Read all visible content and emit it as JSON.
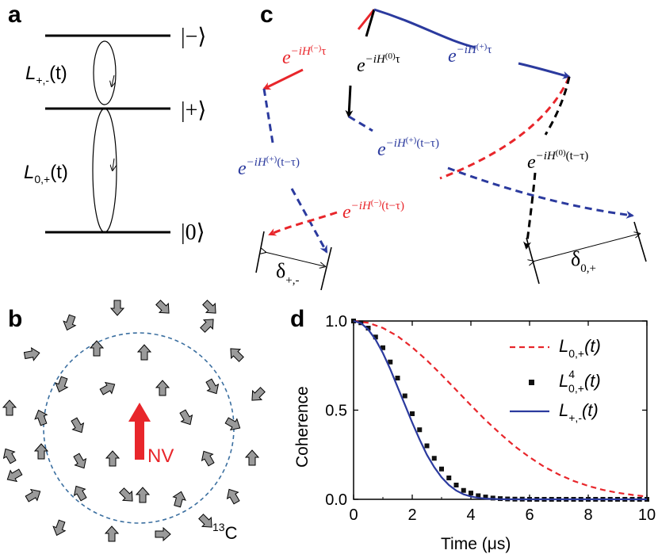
{
  "panel_a": {
    "letter": "a",
    "levels": [
      "|−⟩",
      "|+⟩",
      "|0⟩"
    ],
    "transitions": [
      {
        "base": "L",
        "sub": "+,-",
        "arg": "(t)"
      },
      {
        "base": "L",
        "sub": "0,+",
        "arg": "(t)"
      }
    ]
  },
  "panel_b": {
    "letter": "b",
    "center_label": "NV",
    "bath_label_sup": "13",
    "bath_label": "C",
    "colors": {
      "nv": "#e8262b",
      "spin": "#9a9a9a",
      "circle": "#3b6fa0"
    }
  },
  "panel_c": {
    "letter": "c",
    "colors": {
      "minus": "#e8262b",
      "zero": "#000000",
      "plus": "#2b3a9e"
    },
    "labels": {
      "minus_tau": {
        "base": "e",
        "exp": "−iH",
        "sup": "(−)",
        "tail": "τ"
      },
      "zero_tau": {
        "base": "e",
        "exp": "−iH",
        "sup": "(0)",
        "tail": "τ"
      },
      "plus_tau": {
        "base": "e",
        "exp": "−iH",
        "sup": "(+)",
        "tail": "τ"
      },
      "plus_t_tau_left": {
        "base": "e",
        "exp": "−iH",
        "sup": "(+)",
        "tail": "(t−τ)"
      },
      "plus_t_tau_mid": {
        "base": "e",
        "exp": "−iH",
        "sup": "(+)",
        "tail": "(t−τ)"
      },
      "minus_t_tau": {
        "base": "e",
        "exp": "−iH",
        "sup": "(−)",
        "tail": "(t−τ)"
      },
      "zero_t_tau": {
        "base": "e",
        "exp": "−iH",
        "sup": "(0)",
        "tail": "(t−τ)"
      }
    },
    "deltas": [
      {
        "base": "δ",
        "sub": "+,-"
      },
      {
        "base": "δ",
        "sub": "0,+"
      }
    ]
  },
  "panel_d": {
    "letter": "d"
  },
  "chart_data": {
    "type": "line",
    "xlabel": "Time (μs)",
    "ylabel": "Coherence",
    "xlim": [
      0,
      10
    ],
    "ylim": [
      0,
      1
    ],
    "xticks": [
      "0",
      "2",
      "4",
      "6",
      "8",
      "10"
    ],
    "yticks": [
      "0.0",
      "0.5",
      "1.0"
    ],
    "legend_position": "top-right",
    "series": [
      {
        "name": "L0,+(t)",
        "legend": {
          "base": "L",
          "sub": "0,+",
          "sup": "",
          "arg": "(t)"
        },
        "style": "dashed",
        "color": "#e8262b",
        "x": [
          0,
          0.5,
          1,
          1.5,
          2,
          2.5,
          3,
          3.5,
          4,
          4.5,
          5,
          5.5,
          6,
          6.5,
          7,
          7.5,
          8,
          8.5,
          9,
          9.5,
          10
        ],
        "y": [
          1.0,
          0.99,
          0.961,
          0.915,
          0.852,
          0.779,
          0.698,
          0.613,
          0.527,
          0.444,
          0.368,
          0.297,
          0.236,
          0.182,
          0.139,
          0.103,
          0.075,
          0.053,
          0.037,
          0.025,
          0.015
        ]
      },
      {
        "name": "L4 0,+(t)",
        "legend": {
          "base": "L",
          "sub": "0,+",
          "sup": "4",
          "arg": "(t)"
        },
        "style": "markers",
        "color": "#111111",
        "x": [
          0,
          0.25,
          0.5,
          0.75,
          1,
          1.25,
          1.5,
          1.75,
          2,
          2.25,
          2.5,
          2.75,
          3,
          3.25,
          3.5,
          3.75,
          4,
          4.25,
          4.5,
          4.75,
          5,
          5.25,
          5.5,
          5.75,
          6,
          6.25,
          6.5,
          6.75,
          7,
          7.25,
          7.5,
          7.75,
          8,
          8.25,
          8.5,
          8.75,
          9,
          9.25,
          9.5,
          9.75,
          10
        ],
        "y": [
          1.0,
          0.99,
          0.96,
          0.91,
          0.85,
          0.77,
          0.68,
          0.58,
          0.48,
          0.39,
          0.3,
          0.23,
          0.17,
          0.12,
          0.08,
          0.05,
          0.035,
          0.02,
          0.013,
          0.007,
          0.004,
          0.002,
          0.001,
          0.001,
          0.0,
          0.0,
          0.0,
          0.0,
          0.0,
          0.0,
          0.0,
          0.0,
          0.0,
          0.0,
          0.0,
          0.0,
          0.0,
          0.0,
          0.0,
          0.0,
          0.0
        ]
      },
      {
        "name": "L+,-(t)",
        "legend": {
          "base": "L",
          "sub": "+,-",
          "sup": "",
          "arg": "(t)"
        },
        "style": "solid",
        "color": "#2b3a9e",
        "x": [
          0,
          0.25,
          0.5,
          0.75,
          1,
          1.25,
          1.5,
          1.75,
          2,
          2.25,
          2.5,
          2.75,
          3,
          3.25,
          3.5,
          3.75,
          4,
          4.25,
          4.5,
          4.75,
          5,
          5.5,
          6,
          7,
          8,
          9,
          10
        ],
        "y": [
          1.0,
          0.988,
          0.952,
          0.895,
          0.82,
          0.73,
          0.63,
          0.53,
          0.43,
          0.335,
          0.25,
          0.18,
          0.123,
          0.08,
          0.049,
          0.028,
          0.016,
          0.008,
          0.004,
          0.002,
          0.001,
          0.0,
          0.0,
          0.0,
          0.0,
          0.0,
          0.0
        ]
      }
    ]
  }
}
